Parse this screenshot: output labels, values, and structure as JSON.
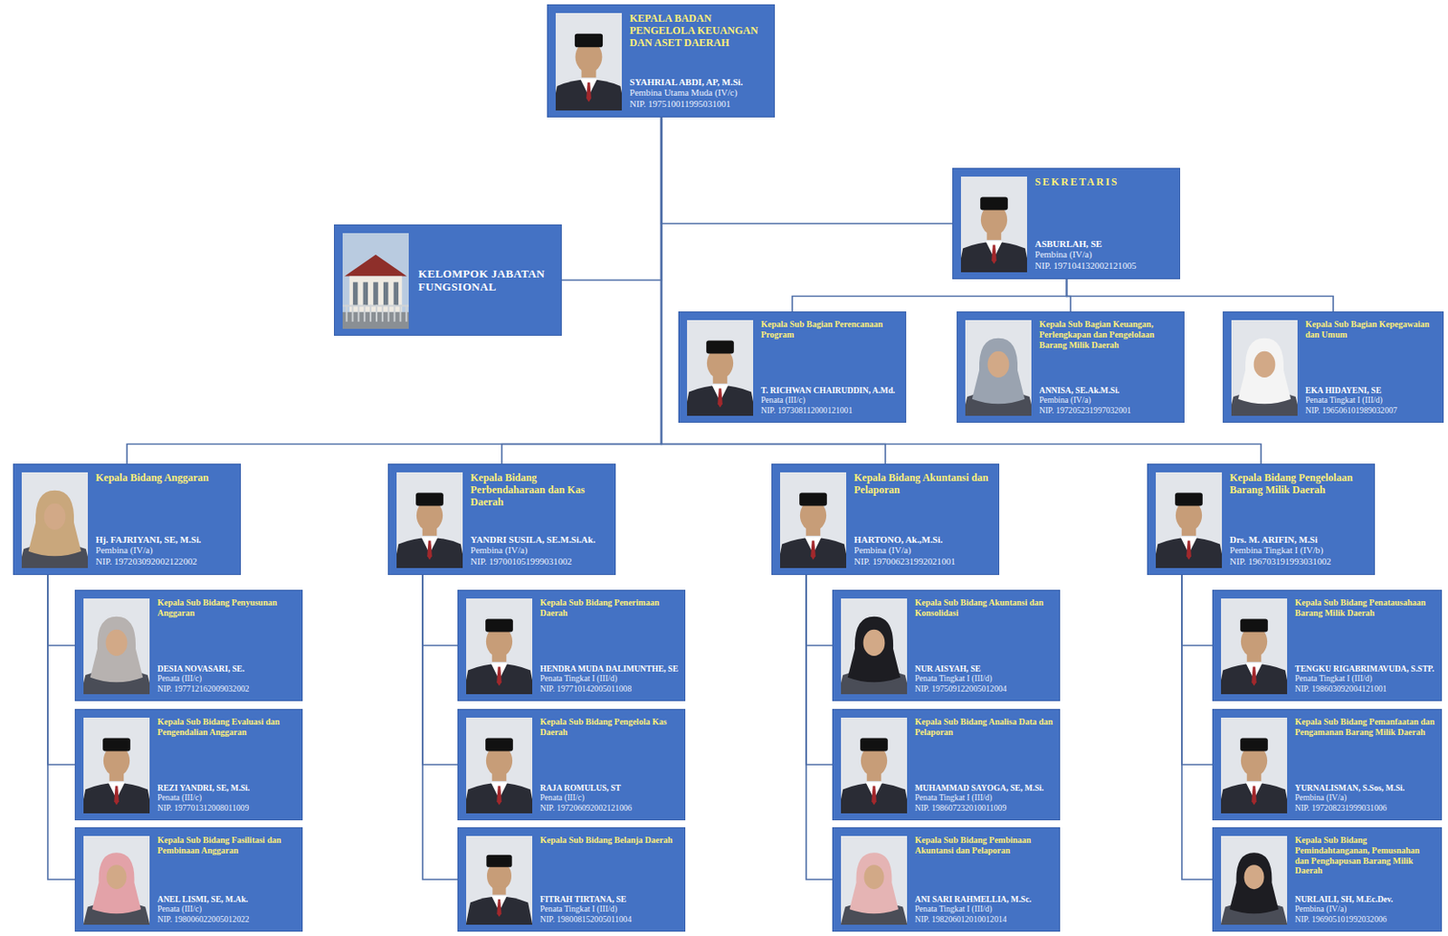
{
  "diagram": {
    "nodes": [
      {
        "text": [
          "KEPALA BADAN PENGELOLA KEUANGAN DAN ASET DAERAH",
          "SYAHRIAL ABDI, AP, M.Si.",
          "Pembina Utama Muda (IV/c)",
          "NIP. 197510011995031001"
        ]
      },
      {
        "text": [
          "KELOMPOK JABATAN FUNGSIONAL"
        ]
      },
      {
        "text": [
          "SEKRETARIS",
          "ASBURLAH, SE",
          "Pembina (IV/a)",
          "NIP. 197104132002121005"
        ]
      },
      {
        "text": [
          "Kepala Sub Bagian Perencanaan Program",
          "T. RICHWAN CHAIRUDDIN, A.Md.",
          "Penata (III/c)",
          "NIP. 197308112000121001"
        ]
      },
      {
        "text": [
          "Kepala Sub Bagian Keuangan, Perlengkapan dan Pengelolaan Barang Milik Daerah",
          "ANNISA, SE.Ak.M.Si.",
          "Pembina (IV/a)",
          "NIP. 197205231997032001"
        ]
      },
      {
        "text": [
          "Kepala Sub Bagian Kepegawaian dan Umum",
          "EKA HIDAYENI, SE",
          "Penata Tingkat I (III/d)",
          "NIP. 196506101989032007"
        ]
      },
      {
        "text": [
          "Kepala Bidang Anggaran",
          "Hj. FAJRIYANI, SE, M.Si.",
          "Pembina (IV/a)",
          "NIP. 197203092002122002"
        ]
      },
      {
        "text": [
          "Kepala Sub Bidang Penyusunan Anggaran",
          "DESIA NOVASARI, SE.",
          "Penata (III/c)",
          "NIP. 197712162009032002"
        ]
      },
      {
        "text": [
          "Kepala Sub Bidang Evaluasi dan Pengendalian Anggaran",
          "REZI YANDRI, SE, M.Si.",
          "Penata (III/c)",
          "NIP. 197701312008011009"
        ]
      },
      {
        "text": [
          "Kepala Sub Bidang Fasilitasi dan Pembinaan Anggaran",
          "ANEL LISMI, SE, M.Ak.",
          "Penata (III/c)",
          "NIP. 198006022005012022"
        ]
      },
      {
        "text": [
          "Kepala Bidang Perbendaharaan dan Kas Daerah",
          "YANDRI SUSILA, SE.M.Si.Ak.",
          "Pembina (IV/a)",
          "NIP. 197001051999031002"
        ]
      },
      {
        "text": [
          "Kepala Sub Bidang Penerimaan Daerah",
          "HENDRA MUDA DALIMUNTHE, SE",
          "Penata Tingkat I (III/d)",
          "NIP. 197710142005011008"
        ]
      },
      {
        "text": [
          "Kepala Sub Bidang Pengelola Kas Daerah",
          "RAJA ROMULUS, ST",
          "Penata (III/c)",
          "NIP. 197206092002121006"
        ]
      },
      {
        "text": [
          "Kepala Sub Bidang Belanja Daerah",
          "FITRAH TIRTANA, SE",
          "Penata Tingkat I (III/d)",
          "NIP. 198008152005011004"
        ]
      },
      {
        "text": [
          "Kepala Bidang Akuntansi dan Pelaporan",
          "HARTONO, Ak.,M.Si.",
          "Pembina (IV/a)",
          "NIP. 197006231992021001"
        ]
      },
      {
        "text": [
          "Kepala Sub Bidang Akuntansi dan Konsolidasi",
          "NUR AISYAH, SE",
          "Penata Tingkat I (III/d)",
          "NIP. 197509122005012004"
        ]
      },
      {
        "text": [
          "Kepala Sub Bidang Analisa Data dan Pelaporan",
          "MUHAMMAD SAYOGA, SE, M.Si.",
          "Penata Tingkat I (III/d)",
          "NIP. 198607232010011009"
        ]
      },
      {
        "text": [
          "Kepala Sub Bidang Pembinaan Akuntansi dan Pelaporan",
          "ANI SARI RAHMELLIA, M.Sc.",
          "Penata Tingkat I (III/d)",
          "NIP. 198206012010012014"
        ]
      },
      {
        "text": [
          "Kepala Bidang Pengelolaan Barang Milik Daerah",
          "Drs. M. ARIFIN, M.Si",
          "Pembina Tingkat I (IV/b)",
          "NIP. 196703191993031002"
        ]
      },
      {
        "text": [
          "Kepala Sub Bidang Penatausahaan Barang Milik Daerah",
          "TENGKU RIGABRIMAVUDA, S.STP.",
          "Penata Tingkat I (III/d)",
          "NIP. 198603092004121001"
        ]
      },
      {
        "text": [
          "Kepala Sub Bidang Pemanfaatan dan Pengamanan Barang Milik Daerah",
          "YURNALISMAN, S.Sos, M.Si.",
          "Pembina (IV/a)",
          "NIP. 197208231999031006"
        ]
      },
      {
        "text": [
          "Kepala Sub Bidang Pemindahtanganan, Pemusnahan dan Penghapusan Barang Milik Daerah",
          "NURLAILI, SH, M.Ec.Dev.",
          "Pembina (IV/a)",
          "NIP. 196905101992032006"
        ]
      }
    ],
    "edges": [
      {
        "from": 0,
        "to": 1,
        "arrow": "none"
      },
      {
        "from": 0,
        "to": 2,
        "arrow": "none"
      },
      {
        "from": 2,
        "to": 3,
        "arrow": "none"
      },
      {
        "from": 2,
        "to": 4,
        "arrow": "none"
      },
      {
        "from": 2,
        "to": 5,
        "arrow": "none"
      },
      {
        "from": 0,
        "to": 6,
        "arrow": "none"
      },
      {
        "from": 0,
        "to": 10,
        "arrow": "none"
      },
      {
        "from": 0,
        "to": 14,
        "arrow": "none"
      },
      {
        "from": 0,
        "to": 18,
        "arrow": "none"
      },
      {
        "from": 6,
        "to": 7,
        "arrow": "none"
      },
      {
        "from": 6,
        "to": 8,
        "arrow": "none"
      },
      {
        "from": 6,
        "to": 9,
        "arrow": "none"
      },
      {
        "from": 10,
        "to": 11,
        "arrow": "none"
      },
      {
        "from": 10,
        "to": 12,
        "arrow": "none"
      },
      {
        "from": 10,
        "to": 13,
        "arrow": "none"
      },
      {
        "from": 14,
        "to": 15,
        "arrow": "none"
      },
      {
        "from": 14,
        "to": 16,
        "arrow": "none"
      },
      {
        "from": 14,
        "to": 17,
        "arrow": "none"
      },
      {
        "from": 18,
        "to": 19,
        "arrow": "none"
      },
      {
        "from": 18,
        "to": 20,
        "arrow": "none"
      },
      {
        "from": 18,
        "to": 21,
        "arrow": "none"
      }
    ]
  }
}
